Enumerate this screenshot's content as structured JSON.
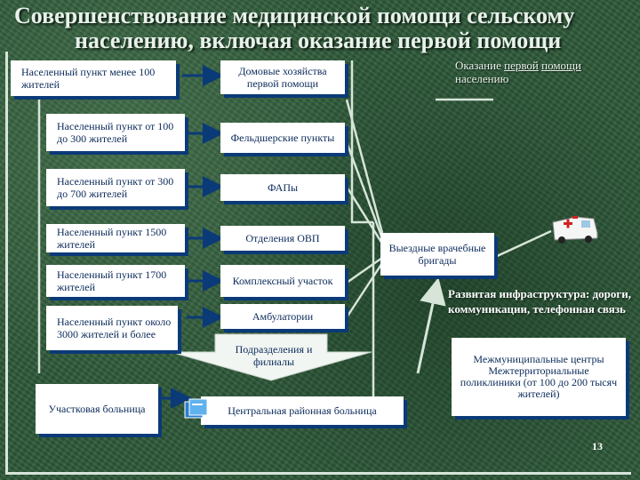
{
  "title": {
    "line1": "Совершенствование медицинской помощи сельскому",
    "line2": "населению, включая оказание первой помощи"
  },
  "left_boxes": [
    "Населенный пункт менее 100 жителей",
    "Населенный пункт от 100 до 300 жителей",
    "Населенный пункт от 300 до 700 жителей",
    "Населенный пункт 1500 жителей",
    "Населенный пункт 1700 жителей",
    "Населенный пункт около 3000 жителей и более",
    "Участковая больница"
  ],
  "mid_boxes": [
    "Домовые хозяйства первой помощи",
    "Фельдшерские пункты",
    "ФАПы",
    "Отделения ОВП",
    "Комплексный участок",
    "Амбулатории",
    "Центральная районная больница"
  ],
  "arrow_label": "Подразделения и филиалы",
  "top_right": {
    "prefix": "Оказание ",
    "underlined1": "первой",
    "underlined2": "помощи",
    "suffix": " населению"
  },
  "mobile_teams": "Выездные врачебные бригады",
  "infrastructure": "Развитая инфраструктура: дороги, коммуникации, телефонная связь",
  "centers": "Межмуниципальные центры Межтерриториальные поликлиники (от 100 до 200 тысяч жителей)",
  "page_number": "13",
  "colors": {
    "background": "#2f5a3a",
    "box_fill": "#ffffff",
    "box_shadow": "#0b3a78",
    "text_dark": "#0a2a5a",
    "arrow": "#0b3a78",
    "lines": "#d7e5d9"
  },
  "icons": [
    "ambulance-icon",
    "book-icon"
  ]
}
